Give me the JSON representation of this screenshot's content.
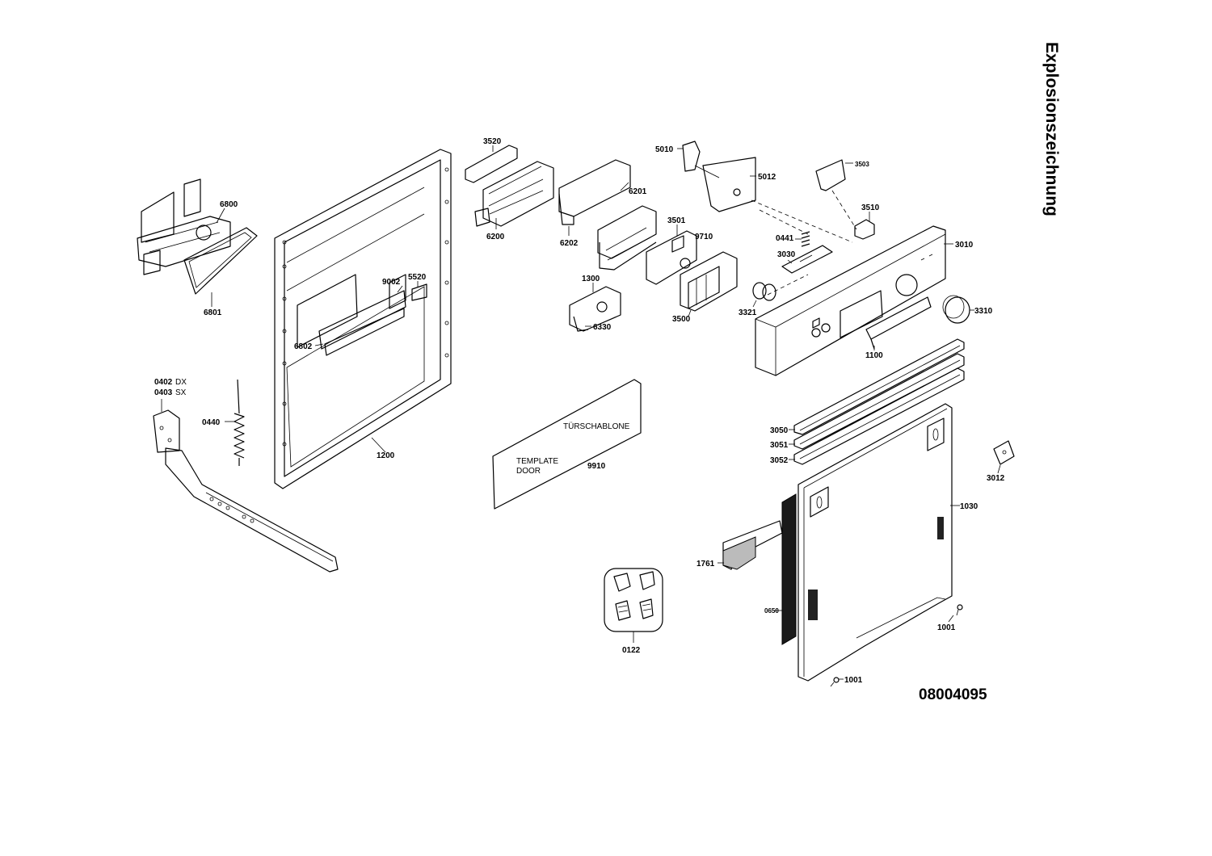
{
  "title": "Explosionszeichnung",
  "drawing_number": "08004095",
  "template": {
    "line1": "TÜRSCHABLONE",
    "line2": "TEMPLATE",
    "line3": "DOOR",
    "part": "9910"
  },
  "labels": {
    "p3520": "3520",
    "p5010": "5010",
    "p5012": "5012",
    "p3503": "3503",
    "p6800": "6800",
    "p6201": "6201",
    "p6200": "6200",
    "p6202": "6202",
    "p3510": "3510",
    "p3501": "3501",
    "p9710": "9710",
    "p0441": "0441",
    "p3010": "3010",
    "p3030": "3030",
    "p9002": "9002",
    "p5520": "5520",
    "p6801": "6801",
    "p1300": "1300",
    "p3321": "3321",
    "p3310": "3310",
    "p3500": "3500",
    "p6330": "6330",
    "p6802": "6802",
    "p1100": "1100",
    "p0402": "0402",
    "p0402_suffix": "DX",
    "p0403": "0403",
    "p0403_suffix": "SX",
    "p0440": "0440",
    "p3050": "3050",
    "p3051": "3051",
    "p3052": "3052",
    "p1200": "1200",
    "p3012": "3012",
    "p1030": "1030",
    "p1761": "1761",
    "p0650": "0650",
    "p1001a": "1001",
    "p1001b": "1001",
    "p0122": "0122"
  }
}
